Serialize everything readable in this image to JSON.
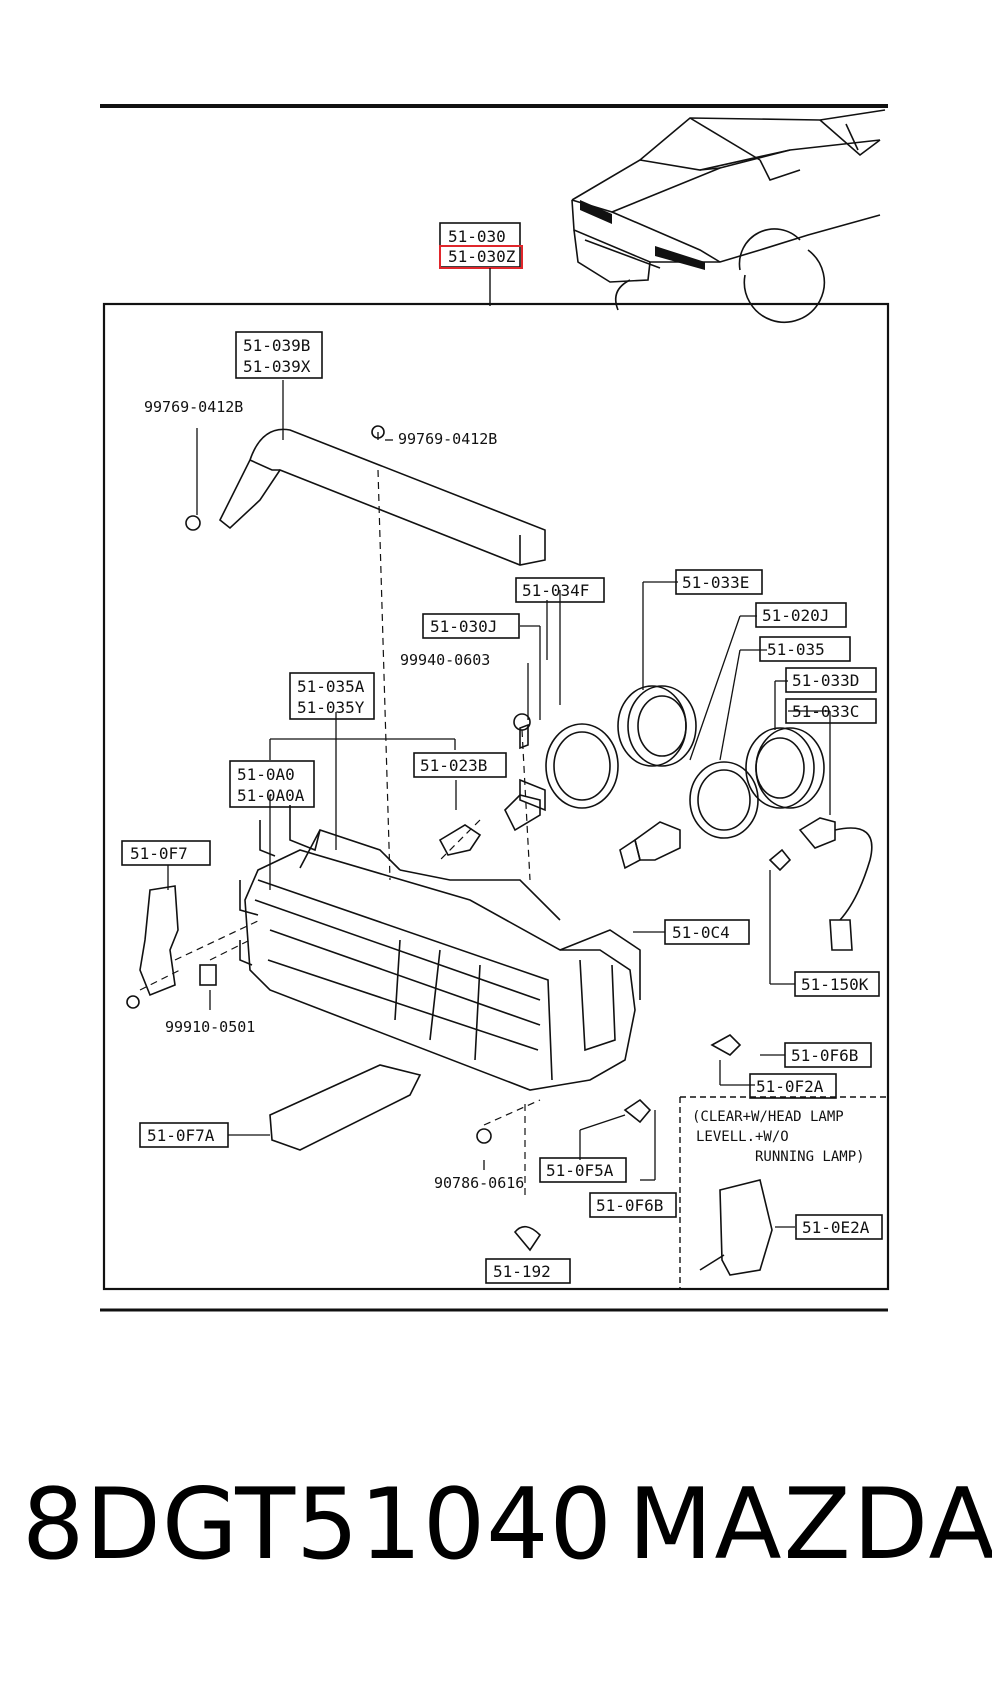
{
  "assembly_labels": {
    "line1": "51-030",
    "line2": "51-030Z"
  },
  "callouts": {
    "c_039b": "51-039B",
    "c_039x": "51-039X",
    "screw_left": "99769-0412B",
    "screw_top": "99769-0412B",
    "c_034f": "51-034F",
    "c_033e": "51-033E",
    "c_030j": "51-030J",
    "c_020j": "51-020J",
    "nut_99940": "99940-0603",
    "c_035": "51-035",
    "c_033d": "51-033D",
    "c_033c": "51-033C",
    "c_035a": "51-035A",
    "c_035y": "51-035Y",
    "c_023b": "51-023B",
    "c_0a0": "51-0A0",
    "c_0a0a": "51-0A0A",
    "c_0f7": "51-0F7",
    "c_0c4": "51-0C4",
    "c_150k": "51-150K",
    "nut_99910": "99910-0501",
    "c_0f6b_top": "51-0F6B",
    "c_0f2a": "51-0F2A",
    "c_0f7a": "51-0F7A",
    "bolt_90786": "90786-0616",
    "c_0f5a": "51-0F5A",
    "c_0f6b_bottom": "51-0F6B",
    "c_192": "51-192",
    "c_0e2a": "51-0E2A"
  },
  "note": {
    "line1": "(CLEAR+W/HEAD LAMP",
    "line2": "LEVELL.+W/O",
    "line3": "RUNNING LAMP)"
  },
  "footer": {
    "part_number": "8DGT51040",
    "brand": "MAZDA"
  },
  "colors": {
    "ink": "#111111",
    "highlight": "#e0262b",
    "background": "#ffffff"
  }
}
